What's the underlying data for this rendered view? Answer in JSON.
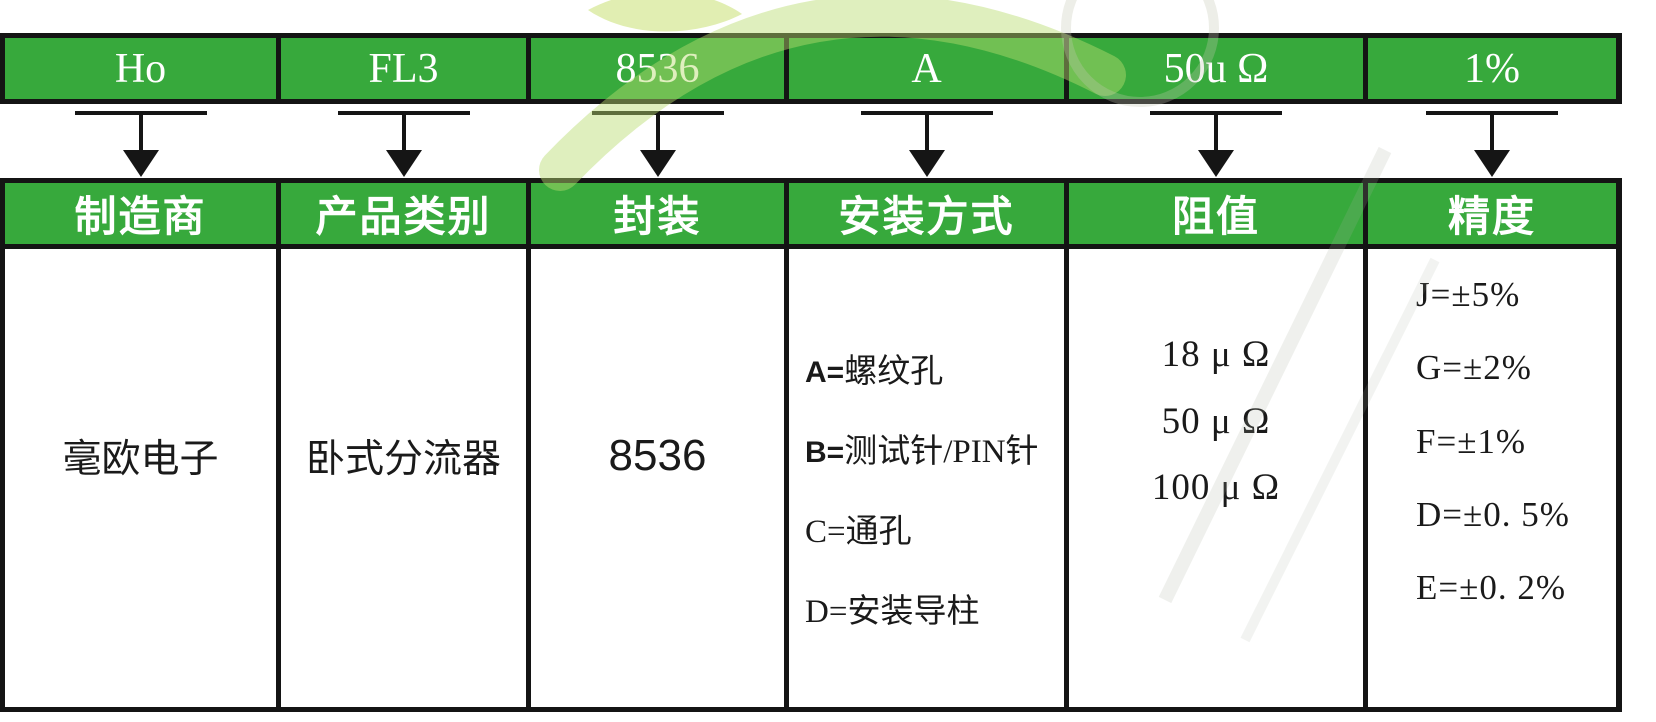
{
  "colors": {
    "cell_green": "#37a93c",
    "border_black": "#141414",
    "header_text": "#ffffff",
    "body_text": "#1a1a1a",
    "watermark_green": "#b8dc6e"
  },
  "code_row": [
    {
      "code": "Ho"
    },
    {
      "code": "FL3"
    },
    {
      "code": "8536"
    },
    {
      "code": "A"
    },
    {
      "code": "50u Ω"
    },
    {
      "code": "1%"
    }
  ],
  "header_row": [
    "制造商",
    "产品类别",
    "封装",
    "安装方式",
    "阻值",
    "精度"
  ],
  "body": {
    "manufacturer": "毫欧电子",
    "product_category": "卧式分流器",
    "package": "8536",
    "mounting_options": [
      {
        "code": "A=",
        "label": "螺纹孔",
        "bold_code": true
      },
      {
        "code": "B=",
        "label": "测试针/PIN针",
        "bold_code": true
      },
      {
        "code": "C=",
        "label": "通孔",
        "bold_code": false
      },
      {
        "code": "D=",
        "label": "安装导柱",
        "bold_code": false
      }
    ],
    "resistance_options": [
      "18 μ Ω",
      "50 μ Ω",
      "100 μ Ω"
    ],
    "tolerance_options": [
      "J=±5%",
      "G=±2%",
      "F=±1%",
      "D=±0. 5%",
      "E=±0. 2%"
    ]
  }
}
